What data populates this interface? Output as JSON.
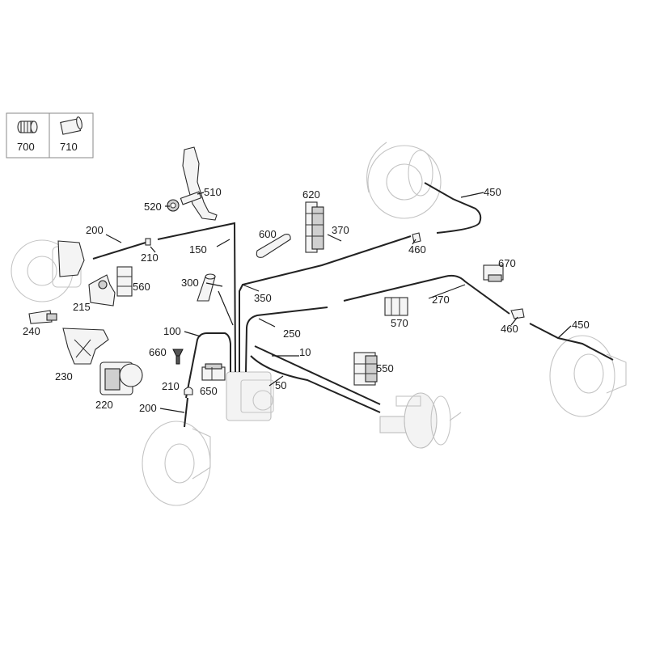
{
  "legend": {
    "items": [
      {
        "label": "700",
        "icon": "bellows-grommet-icon"
      },
      {
        "label": "710",
        "icon": "sleeve-icon"
      }
    ]
  },
  "callouts": {
    "c450a": "450",
    "c510": "510",
    "c520": "520",
    "c620": "620",
    "c200a": "200",
    "c600": "600",
    "c370": "370",
    "c460a": "460",
    "c150": "150",
    "c210a": "210",
    "c670": "670",
    "c300": "300",
    "c560": "560",
    "c215": "215",
    "c350": "350",
    "c270": "270",
    "c570": "570",
    "c460b": "460",
    "c450b": "450",
    "c240": "240",
    "c100": "100",
    "c250": "250",
    "c660": "660",
    "c10": "10",
    "c550": "550",
    "c230": "230",
    "c210b": "210",
    "c650": "650",
    "c50": "50",
    "c220": "220",
    "c200b": "200"
  },
  "accent": "#1a1a1a",
  "ghost_color": "#c4c4c4"
}
